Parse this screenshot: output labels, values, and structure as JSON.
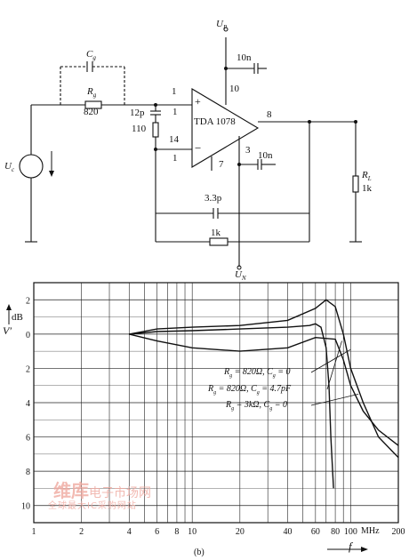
{
  "circuit": {
    "up": "U",
    "up_sub": "P",
    "un": "U",
    "un_sub": "N",
    "uc": "U",
    "uc_sub": "c",
    "cg": "C",
    "cg_sub": "g",
    "rg": "R",
    "rg_sub": "g",
    "rg_value": "820",
    "rl": "R",
    "rl_sub": "L",
    "rl_value": "1k",
    "cap12p": "12p",
    "r110": "110",
    "cap10n_top": "10n",
    "cap10n_mid": "10n",
    "cap33p": "3.3p",
    "r1k_fb": "1k",
    "ic": "TDA 1078",
    "pin1": "1",
    "pin14": "14",
    "pin10": "10",
    "pin8": "8",
    "pin3": "3",
    "pin7": "7",
    "plus": "+",
    "minus": "−"
  },
  "chart_data": {
    "type": "line",
    "ylabel_v": "V′",
    "ylabel_db": "dB",
    "xlabel": "f",
    "x_unit": "MHz",
    "caption": "(b)",
    "x_scale": "log",
    "xlim": [
      1,
      200
    ],
    "ylim": [
      -11,
      3
    ],
    "x_ticks": [
      1,
      2,
      4,
      6,
      8,
      10,
      20,
      40,
      60,
      80,
      100,
      200
    ],
    "x_tick_labels": [
      "1",
      "2",
      "4",
      "6",
      "8",
      "10",
      "20",
      "40",
      "60",
      "80",
      "100",
      "200"
    ],
    "y_ticks": [
      2,
      0,
      -2,
      -4,
      -6,
      -8,
      -10
    ],
    "y_tick_labels": [
      "2",
      "0",
      "2",
      "4",
      "6",
      "8",
      "10"
    ],
    "grid": true,
    "series": [
      {
        "name": "R g = 820Ω, C g = 0",
        "points": [
          [
            4,
            0
          ],
          [
            6,
            0.3
          ],
          [
            10,
            0.4
          ],
          [
            20,
            0.5
          ],
          [
            40,
            0.8
          ],
          [
            60,
            1.5
          ],
          [
            70,
            2.0
          ],
          [
            80,
            1.6
          ],
          [
            90,
            0
          ],
          [
            100,
            -2
          ],
          [
            120,
            -4
          ],
          [
            150,
            -6
          ],
          [
            200,
            -7.2
          ]
        ]
      },
      {
        "name": "R g = 820Ω, C g = 4.7pF",
        "points": [
          [
            4,
            0
          ],
          [
            6,
            0.15
          ],
          [
            10,
            0.2
          ],
          [
            20,
            0.3
          ],
          [
            40,
            0.4
          ],
          [
            55,
            0.5
          ],
          [
            60,
            0.6
          ],
          [
            65,
            0.4
          ],
          [
            70,
            -0.8
          ],
          [
            73,
            -3
          ],
          [
            75,
            -6
          ],
          [
            77,
            -8
          ],
          [
            78,
            -9
          ]
        ]
      },
      {
        "name": "R g = 3kΩ, C g = 0",
        "points": [
          [
            4,
            0
          ],
          [
            6,
            -0.4
          ],
          [
            10,
            -0.8
          ],
          [
            20,
            -1.0
          ],
          [
            40,
            -0.8
          ],
          [
            60,
            -0.2
          ],
          [
            80,
            -0.3
          ],
          [
            90,
            -1.5
          ],
          [
            100,
            -3
          ],
          [
            120,
            -4.5
          ],
          [
            150,
            -5.6
          ],
          [
            200,
            -6.5
          ]
        ]
      }
    ],
    "legend": [
      {
        "r_sym": "R",
        "r_sub": "g",
        "r_val": " = 820Ω, ",
        "c_sym": "C",
        "c_sub": "g",
        "c_val": " = 0"
      },
      {
        "r_sym": "R",
        "r_sub": "g",
        "r_val": " = 820Ω, ",
        "c_sym": "C",
        "c_sub": "g",
        "c_val": " = 4.7pF"
      },
      {
        "r_sym": "R",
        "r_sub": "g",
        "r_val": " = 3kΩ, ",
        "c_sym": "C",
        "c_sub": "g",
        "c_val": " = 0"
      }
    ]
  },
  "watermark": {
    "brand": "维库",
    "brand_rest": "电子市场网",
    "tagline": "全球最大IC采购网站"
  }
}
